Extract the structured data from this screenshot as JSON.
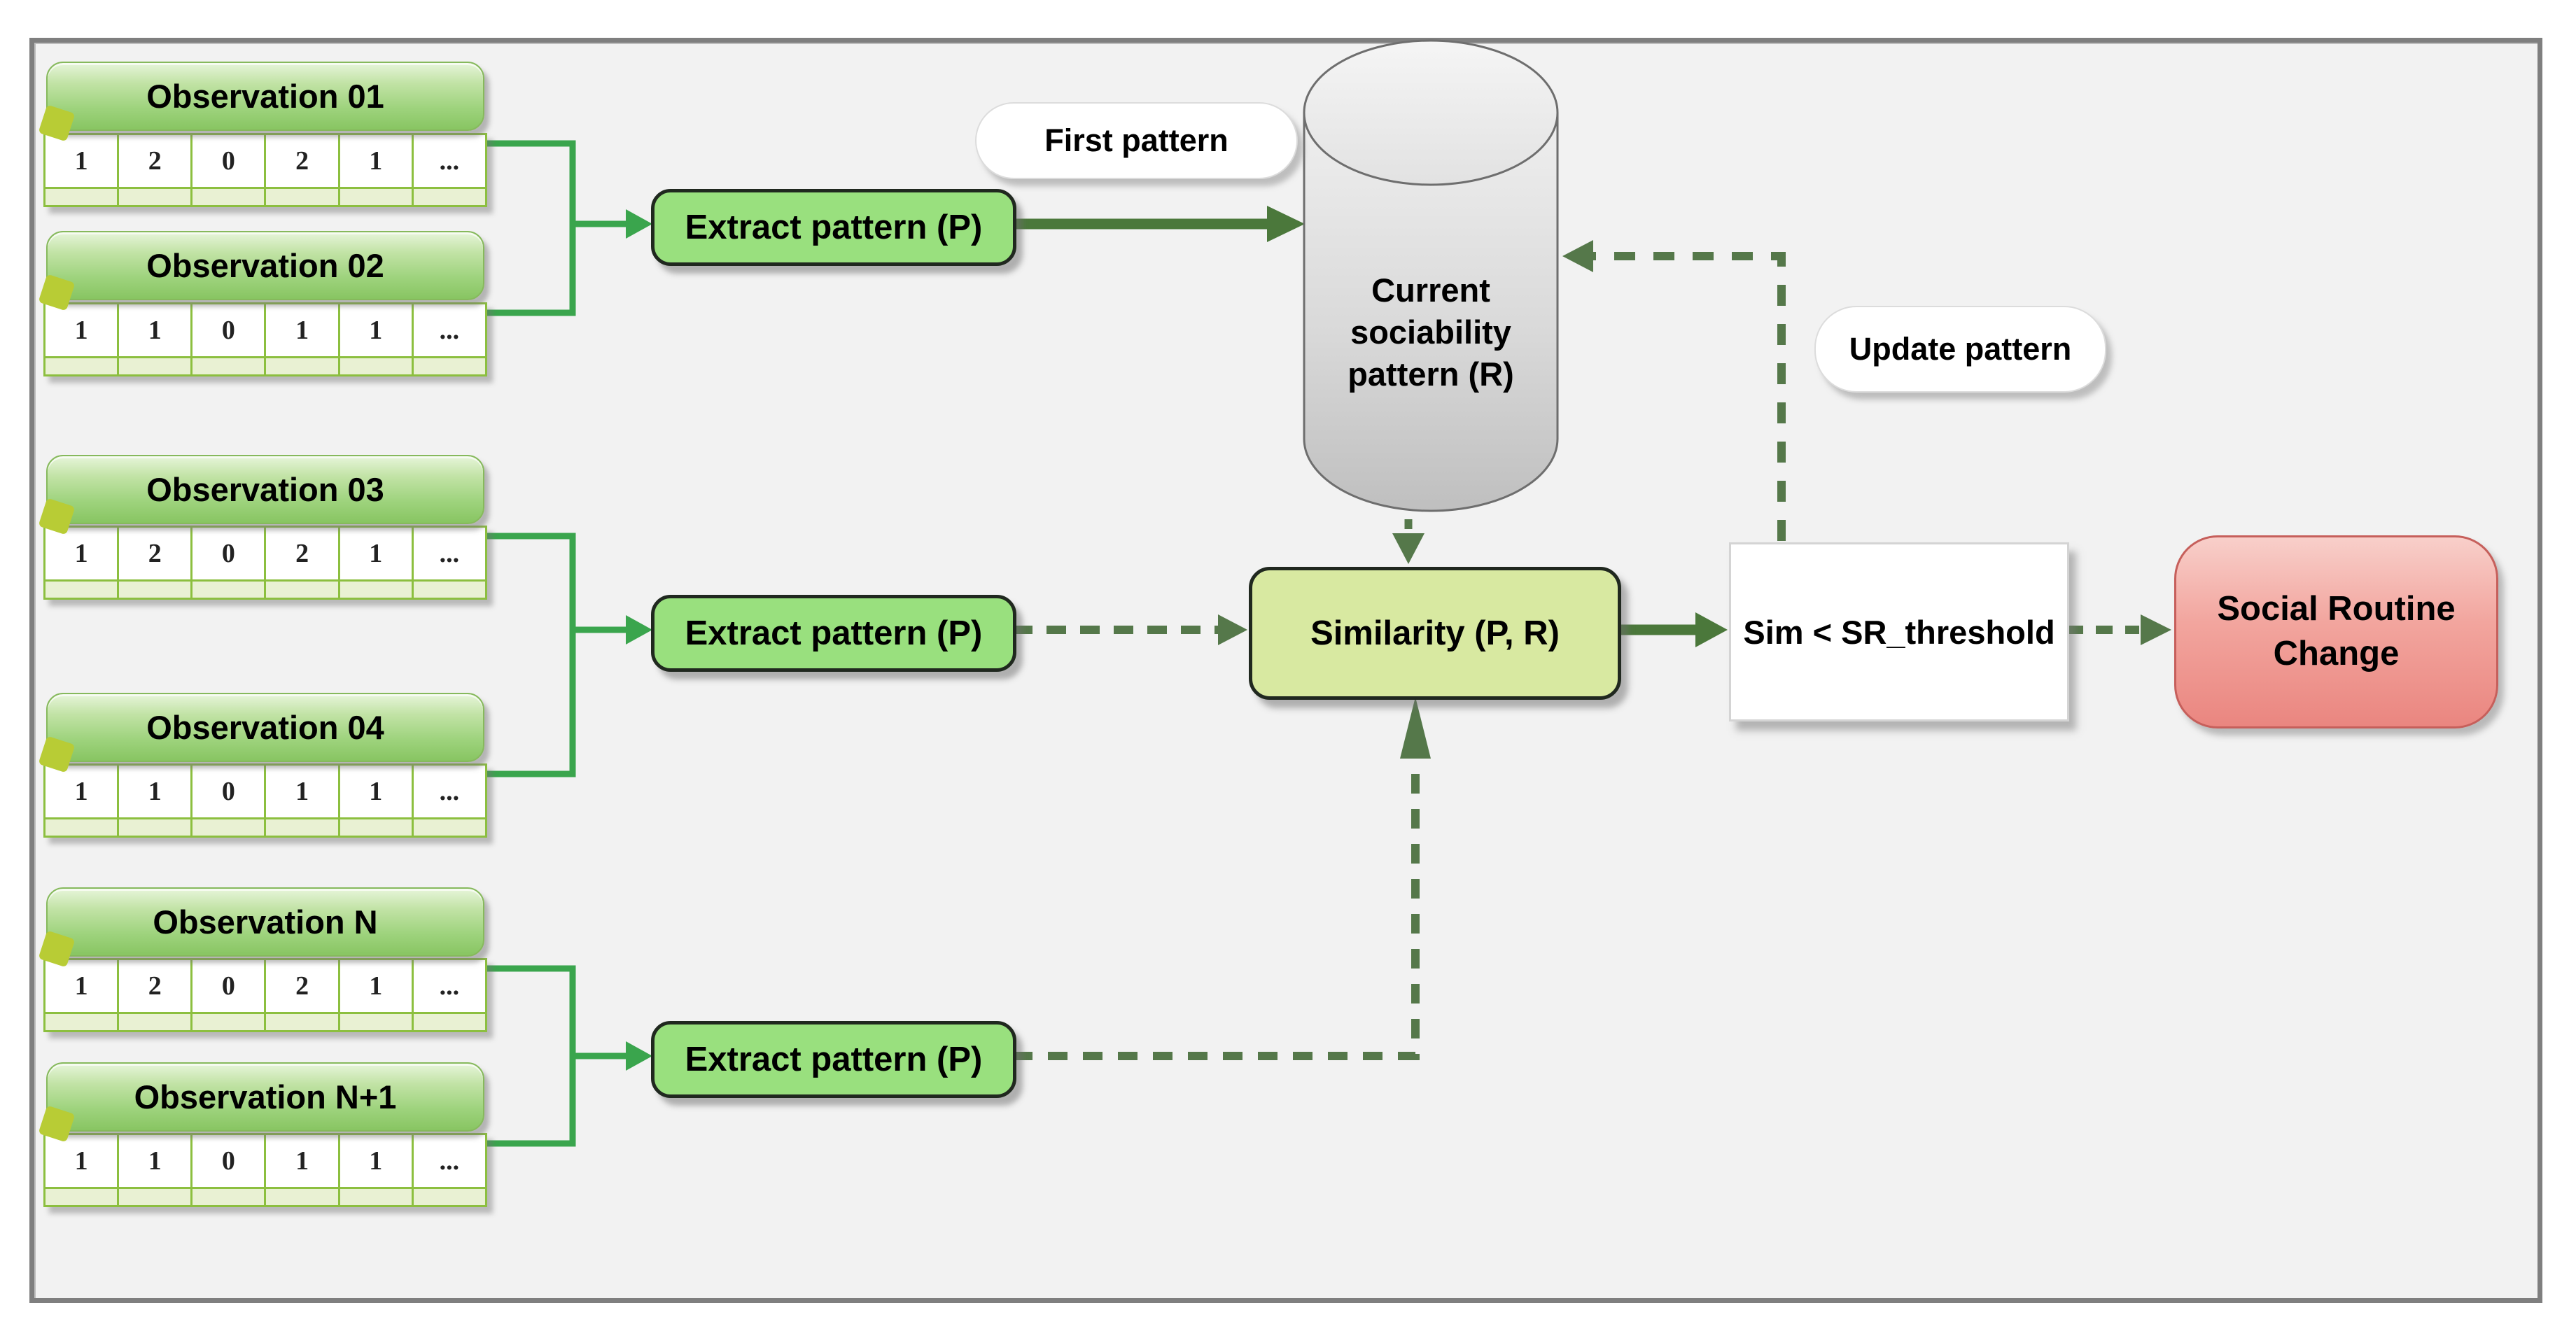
{
  "diagram": {
    "observations": [
      {
        "label": "Observation 01",
        "values": [
          "1",
          "2",
          "0",
          "2",
          "1",
          "..."
        ]
      },
      {
        "label": "Observation 02",
        "values": [
          "1",
          "1",
          "0",
          "1",
          "1",
          "..."
        ]
      },
      {
        "label": "Observation 03",
        "values": [
          "1",
          "2",
          "0",
          "2",
          "1",
          "..."
        ]
      },
      {
        "label": "Observation 04",
        "values": [
          "1",
          "1",
          "0",
          "1",
          "1",
          "..."
        ]
      },
      {
        "label": "Observation N",
        "values": [
          "1",
          "2",
          "0",
          "2",
          "1",
          "..."
        ]
      },
      {
        "label": "Observation N+1",
        "values": [
          "1",
          "1",
          "0",
          "1",
          "1",
          "..."
        ]
      }
    ],
    "ellipsis": "...",
    "extract_label": "Extract pattern (P)",
    "cylinder": {
      "lines": [
        "Current",
        "sociability",
        "pattern (R)"
      ]
    },
    "callouts": {
      "first": "First pattern",
      "update": "Update pattern"
    },
    "similarity_label": "Similarity (P, R)",
    "threshold_label": "Sim < SR_threshold",
    "social": {
      "line1": "Social Routine",
      "line2": "Change"
    },
    "colors": {
      "background": "#f2f2f2",
      "frame_gray": "#7f7f7f",
      "bright_green_connector": "#3aa54d",
      "dark_green_arrow": "#4b783b",
      "sage_dashed": "#55784a",
      "extract_fill": "#99e07e",
      "similarity_fill": "#d8e9a1",
      "observation_gradient_top": "#e7f5da",
      "observation_gradient_bottom": "#88c562",
      "table_border": "#8cbf3f",
      "table_row2_fill": "#e9f1d3",
      "cylinder_gray": "#d9d9d9",
      "social_red": "#ea8680"
    }
  }
}
